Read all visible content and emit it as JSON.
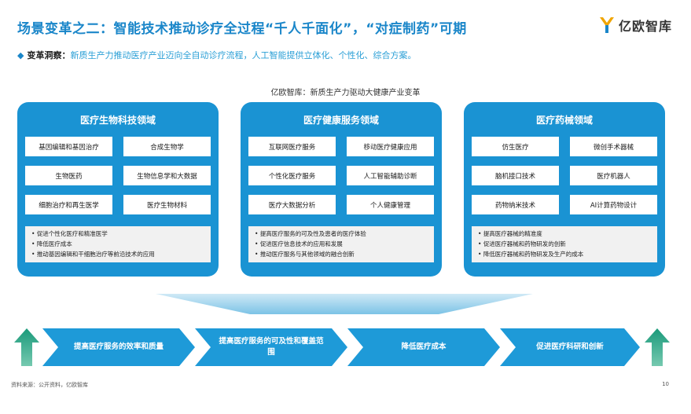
{
  "header": {
    "title": "场景变革之二：智能技术推动诊疗全过程“千人千面化”，“对症制药”可期",
    "logo_text": "亿欧智库"
  },
  "subtitle": {
    "lead": "变革洞察：",
    "text": "新质生产力推动医疗产业迈向全自动诊疗流程，人工智能提供立体化、个性化、综合方案。"
  },
  "center_caption": "亿欧智库：新质生产力驱动大健康产业变革",
  "panels": [
    {
      "title": "医疗生物科技领域",
      "cells": [
        "基因编辑和基因治疗",
        "合成生物学",
        "生物医药",
        "生物信息学和大数据",
        "细胞治疗和再生医学",
        "医疗生物材料"
      ],
      "notes": [
        "促进个性化医疗和精准医学",
        "降低医疗成本",
        "推动基因编辑和干细胞治疗等前沿技术的应用"
      ]
    },
    {
      "title": "医疗健康服务领域",
      "cells": [
        "互联网医疗服务",
        "移动医疗健康应用",
        "个性化医疗服务",
        "人工智能辅助诊断",
        "医疗大数据分析",
        "个人健康管理"
      ],
      "notes": [
        "提高医疗服务的可及性及患者的医疗体验",
        "促进医疗信息技术的应用和发展",
        "推动医疗服务与其他领域的融合创新"
      ]
    },
    {
      "title": "医疗药械领域",
      "cells": [
        "仿生医疗",
        "微创手术器械",
        "脑机接口技术",
        "医疗机器人",
        "药物纳米技术",
        "AI计算药物设计"
      ],
      "notes": [
        "提高医疗器械的精准度",
        "促进医疗器械和药物研发的创新",
        "降低医疗器械和药物研发及生产的成本"
      ]
    }
  ],
  "flow": [
    {
      "label": "提高医疗服务的效率和质量"
    },
    {
      "label": "提高医疗服务的可及性和覆盖范围"
    },
    {
      "label": "降低医疗成本"
    },
    {
      "label": "促进医疗科研和创新"
    }
  ],
  "footer": {
    "source": "资料来源：公开资料，亿欧智库",
    "page": "10"
  },
  "colors": {
    "accent": "#1a86c9",
    "panel": "#1a93d3",
    "chevron": "#1e9ad8",
    "arrow": "#1a9a7a"
  }
}
